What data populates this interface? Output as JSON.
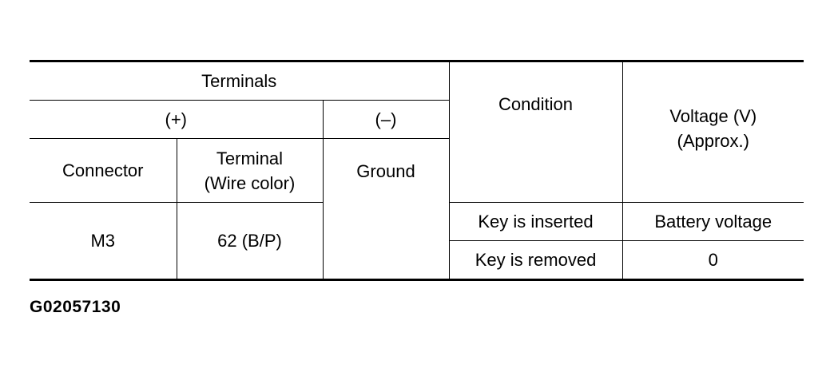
{
  "table": {
    "headers": {
      "terminals": "Terminals",
      "plus": "(+)",
      "minus": "(–)",
      "connector": "Connector",
      "terminal_line1": "Terminal",
      "terminal_line2": "(Wire color)",
      "condition": "Condition",
      "voltage_line1": "Voltage (V)",
      "voltage_line2": "(Approx.)"
    },
    "row": {
      "connector": "M3",
      "terminal": "62 (B/P)",
      "ground": "Ground"
    },
    "conditions": [
      {
        "condition": "Key is inserted",
        "voltage": "Battery voltage"
      },
      {
        "condition": "Key is removed",
        "voltage": "0"
      }
    ]
  },
  "figure_code": "G02057130"
}
